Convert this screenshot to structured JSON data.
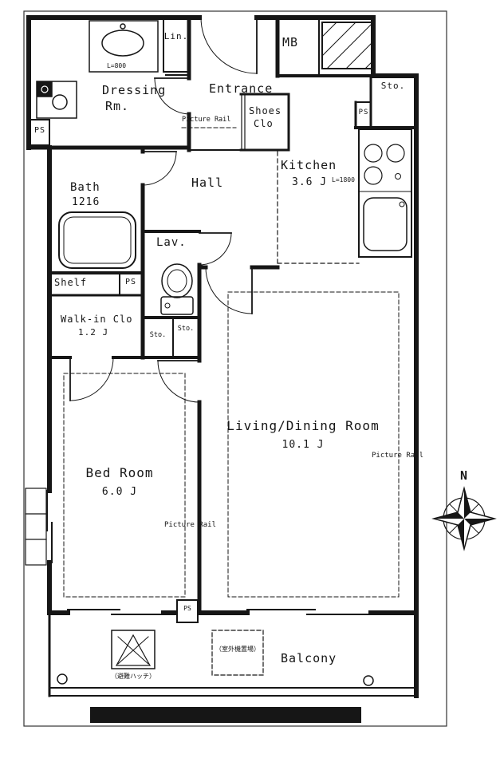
{
  "rooms": {
    "dressing_line1": "Dressing",
    "dressing_line2": "Rm.",
    "entrance": "Entrance",
    "hall": "Hall",
    "kitchen_line1": "Kitchen",
    "kitchen_line2": "3.6 J",
    "bath_line1": "Bath",
    "bath_line2": "1216",
    "lav": "Lav.",
    "shelf": "Shelf",
    "lin": "Lin.",
    "shoes_line1": "Shoes",
    "shoes_line2": "Clo",
    "walkin_line1": "Walk-in Clo",
    "walkin_line2": "1.2 J",
    "bedroom_line1": "Bed Room",
    "bedroom_line2": "6.0 J",
    "living_line1": "Living/Dining Room",
    "living_line2": "10.1 J",
    "balcony": "Balcony",
    "mb": "MB",
    "sto": "Sto.",
    "ps": "PS"
  },
  "annotations": {
    "picture_rail": "Picture Rail",
    "vanity_width": "L=800",
    "kitchen_width": "L=1800",
    "north": "N",
    "hatch_note": "（避難ハッチ）",
    "ac_note": "（室外機置場）"
  },
  "colors": {
    "line": "#161616",
    "background": "#ffffff"
  }
}
